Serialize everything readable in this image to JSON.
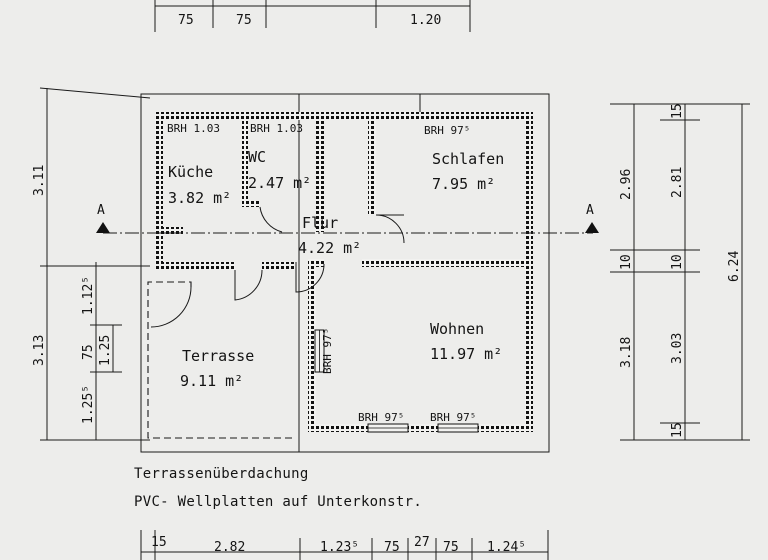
{
  "top_dims": [
    "75",
    "75",
    "1.20"
  ],
  "bottom_dims": [
    "15",
    "2.82",
    "1.23⁵",
    "75",
    "27",
    "75",
    "1.24⁵"
  ],
  "left_dims": [
    "3.11",
    "1.12⁵",
    "75",
    "1.25",
    "3.13",
    "1.25⁵"
  ],
  "right_dims": [
    "2.96",
    "10",
    "3.18",
    "15",
    "2.81",
    "10",
    "3.03",
    "15",
    "6.24"
  ],
  "section_marker": "A",
  "rooms": {
    "kueche": {
      "name": "Küche",
      "area": "3.82 m²",
      "brh": "BRH 1.03"
    },
    "wc": {
      "name": "WC",
      "area": "2.47 m²",
      "brh": "BRH 1.03"
    },
    "schlafen": {
      "name": "Schlafen",
      "area": "7.95 m²",
      "brh": "BRH 97⁵"
    },
    "flur": {
      "name": "Flur",
      "area": "4.22 m²"
    },
    "terrasse": {
      "name": "Terrasse",
      "area": "9.11 m²"
    },
    "wohnen": {
      "name": "Wohnen",
      "area": "11.97 m²",
      "brh_side": "BRH 97⁵",
      "brh_bottom_left": "BRH 97⁵",
      "brh_bottom_right": "BRH 97⁵"
    }
  },
  "notes": [
    "Terrassenüberdachung",
    "PVC- Wellplatten auf Unterkonstr."
  ]
}
